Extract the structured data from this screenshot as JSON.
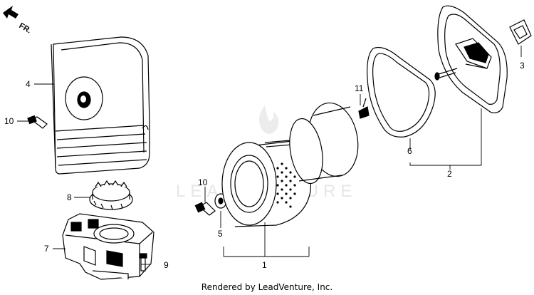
{
  "direction_label": "FR.",
  "watermark": "LEADVENTURE",
  "footer": "Rendered by LeadVenture, Inc.",
  "callouts": {
    "c1": "1",
    "c2": "2",
    "c3": "3",
    "c4": "4",
    "c5": "5",
    "c6": "6",
    "c7": "7",
    "c8": "8",
    "c9": "9",
    "c10a": "10",
    "c10b": "10",
    "c11": "11"
  }
}
